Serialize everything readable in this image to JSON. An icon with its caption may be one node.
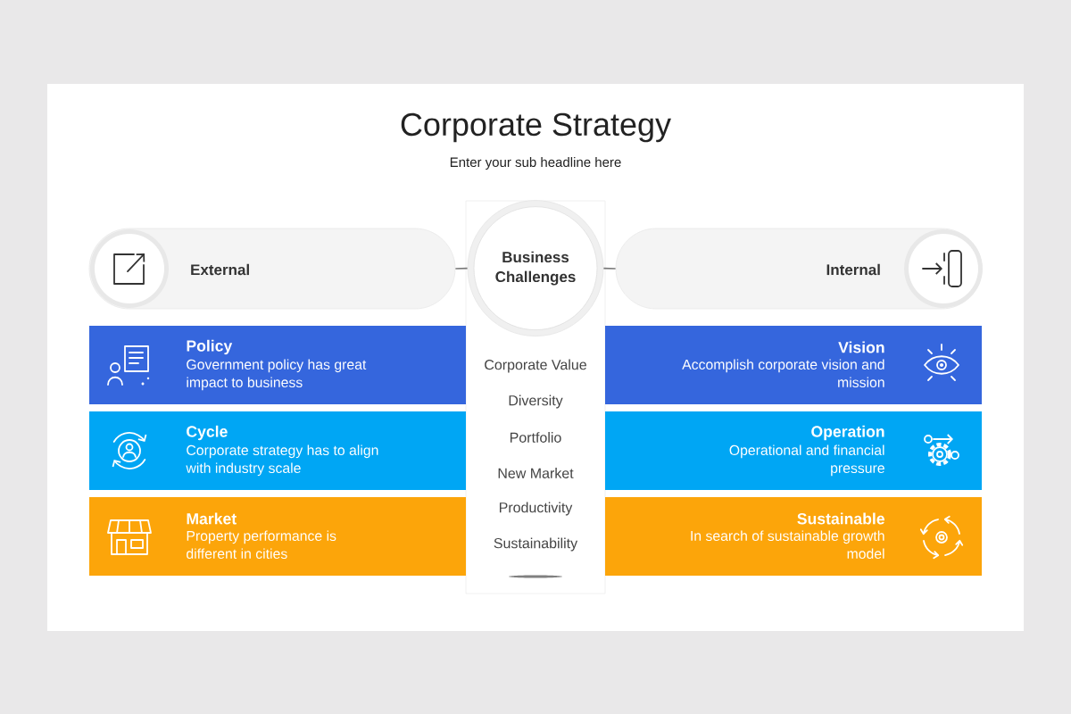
{
  "diagram": {
    "title": "Corporate Strategy",
    "nodes": [
      {
        "text": [
          "External"
        ]
      },
      {
        "text": [
          "Corporate Value",
          "Diversity",
          "Portfolio",
          "New Market",
          "Productivity",
          "Sustainability"
        ]
      },
      {
        "text": [
          "Business Challenges"
        ],
        "in": 1
      },
      {
        "text": [
          "Internal"
        ]
      },
      {
        "text": [
          "Policy",
          "Government policy has great impact to business"
        ]
      },
      {
        "text": [
          "Cycle",
          "Corporate strategy has to align with industry scale"
        ]
      },
      {
        "text": [
          "Market",
          "Property performance is different in cities"
        ]
      },
      {
        "text": [
          "Vision",
          "Accomplish corporate vision and mission"
        ]
      },
      {
        "text": [
          "Operation",
          "Operational and financial pressure"
        ]
      },
      {
        "text": [
          "Sustainable",
          "In search of sustainable growth model"
        ]
      }
    ],
    "edges": [
      {
        "from": 0,
        "to": 2,
        "arrow": "none"
      },
      {
        "from": 2,
        "to": 3,
        "arrow": "none"
      }
    ],
    "labels": [
      "Enter your sub headline here"
    ]
  }
}
